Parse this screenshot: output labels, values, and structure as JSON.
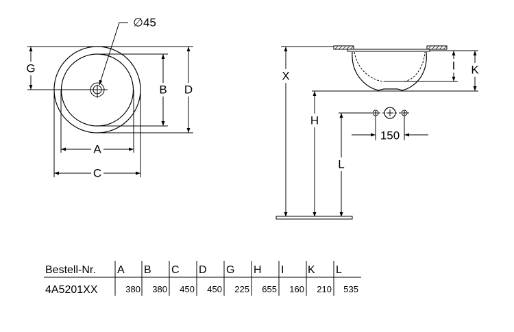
{
  "drawing": {
    "top_view": {
      "diameter_label": "∅45",
      "labels": {
        "G": "G",
        "B": "B",
        "D": "D",
        "A": "A",
        "C": "C"
      }
    },
    "side_view": {
      "labels": {
        "X": "X",
        "I": "I",
        "K": "K",
        "H": "H",
        "L": "L"
      },
      "tap_spacing": "150"
    }
  },
  "table": {
    "headers": [
      "Bestell-Nr.",
      "A",
      "B",
      "C",
      "D",
      "G",
      "H",
      "I",
      "K",
      "L"
    ],
    "rows": [
      [
        "4A5201XX",
        "380",
        "380",
        "450",
        "450",
        "225",
        "655",
        "160",
        "210",
        "535"
      ]
    ]
  }
}
